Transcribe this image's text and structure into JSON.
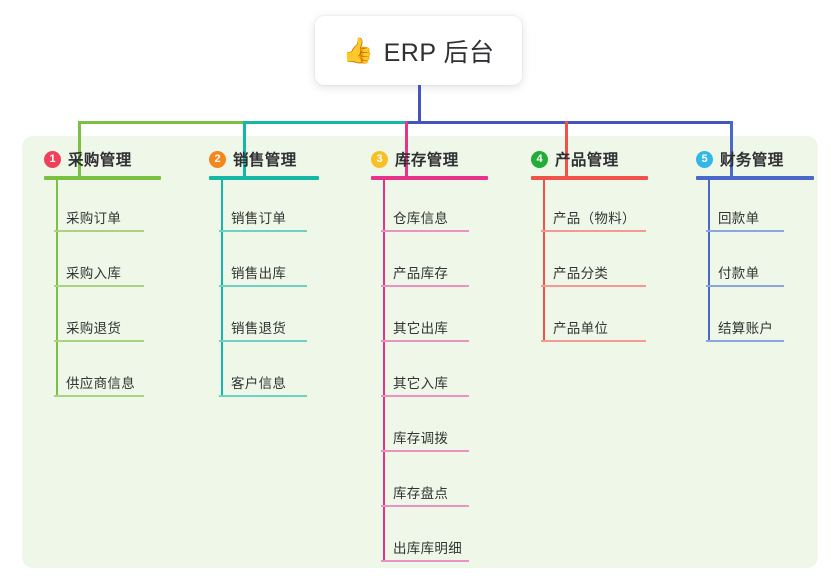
{
  "root": {
    "emoji": "👍",
    "emoji_name": "thumbs-up-icon",
    "title": "ERP 后台"
  },
  "panel": {
    "background_color": "#eef7e8"
  },
  "trunk_color": "#4455bb",
  "bus_segments": [
    {
      "name": "bus-segment-green",
      "color": "#7ac143"
    },
    {
      "name": "bus-segment-teal",
      "color": "#15b8a6"
    },
    {
      "name": "bus-segment-indigo",
      "color": "#4455bb"
    }
  ],
  "columns": [
    {
      "id": "purchase",
      "number": "1",
      "title": "采购管理",
      "badge_color": "#f0405a",
      "line_color": "#7ac143",
      "leaf_color": "#a9d383",
      "items": [
        {
          "label": "采购订单"
        },
        {
          "label": "采购入库"
        },
        {
          "label": "采购退货"
        },
        {
          "label": "供应商信息"
        }
      ]
    },
    {
      "id": "sales",
      "number": "2",
      "title": "销售管理",
      "badge_color": "#f5871f",
      "line_color": "#15b8a6",
      "leaf_color": "#6fd0c4",
      "items": [
        {
          "label": "销售订单"
        },
        {
          "label": "销售出库"
        },
        {
          "label": "销售退货"
        },
        {
          "label": "客户信息"
        }
      ]
    },
    {
      "id": "inventory",
      "number": "3",
      "title": "库存管理",
      "badge_color": "#f7c024",
      "line_color": "#e8338c",
      "leaf_color": "#eb93c0",
      "items": [
        {
          "label": "仓库信息"
        },
        {
          "label": "产品库存"
        },
        {
          "label": "其它出库"
        },
        {
          "label": "其它入库"
        },
        {
          "label": "库存调拨"
        },
        {
          "label": "库存盘点"
        },
        {
          "label": "出库库明细"
        }
      ]
    },
    {
      "id": "product",
      "number": "4",
      "title": "产品管理",
      "badge_color": "#22ac38",
      "line_color": "#f2504b",
      "leaf_color": "#f39a93",
      "items": [
        {
          "label": "产品（物料）"
        },
        {
          "label": "产品分类"
        },
        {
          "label": "产品单位"
        }
      ]
    },
    {
      "id": "finance",
      "number": "5",
      "title": "财务管理",
      "badge_color": "#32b8e8",
      "line_color": "#4a68c8",
      "leaf_color": "#8ba7dd",
      "items": [
        {
          "label": "回款单"
        },
        {
          "label": "付款单"
        },
        {
          "label": "结算账户"
        }
      ]
    }
  ]
}
